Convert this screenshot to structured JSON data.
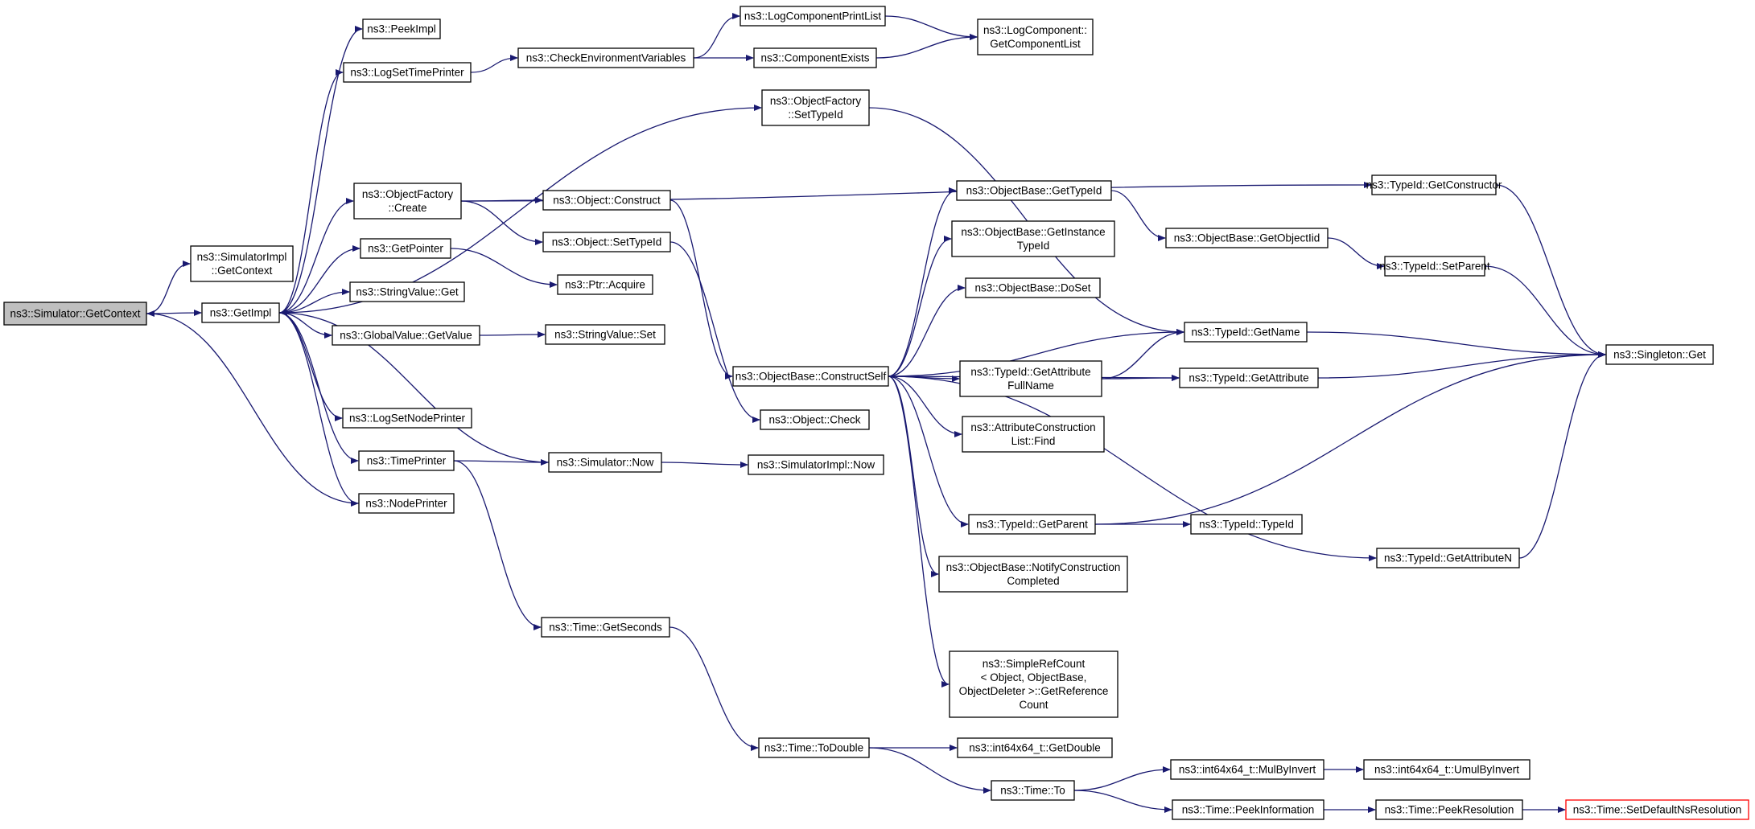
{
  "colors": {
    "edge": "#191970",
    "node_border": "#000000",
    "node_fill": "#ffffff",
    "root_fill": "#bfbfbf",
    "truncated_border": "#ff0000"
  },
  "nodes": [
    {
      "id": "n0",
      "label": [
        "ns3::Simulator::GetContext"
      ],
      "style": "root"
    },
    {
      "id": "n1",
      "label": [
        "ns3::SimulatorImpl",
        "::GetContext"
      ]
    },
    {
      "id": "n2",
      "label": [
        "ns3::GetImpl"
      ]
    },
    {
      "id": "n3",
      "label": [
        "ns3::PeekImpl"
      ]
    },
    {
      "id": "n4",
      "label": [
        "ns3::LogSetTimePrinter"
      ]
    },
    {
      "id": "n5",
      "label": [
        "ns3::ObjectFactory",
        "::Create"
      ]
    },
    {
      "id": "n6",
      "label": [
        "ns3::GetPointer"
      ]
    },
    {
      "id": "n7",
      "label": [
        "ns3::StringValue::Get"
      ]
    },
    {
      "id": "n8",
      "label": [
        "ns3::GlobalValue::GetValue"
      ]
    },
    {
      "id": "n9",
      "label": [
        "ns3::LogSetNodePrinter"
      ]
    },
    {
      "id": "n10",
      "label": [
        "ns3::TimePrinter"
      ]
    },
    {
      "id": "n11",
      "label": [
        "ns3::NodePrinter"
      ]
    },
    {
      "id": "n12",
      "label": [
        "ns3::CheckEnvironmentVariables"
      ]
    },
    {
      "id": "n13",
      "label": [
        "ns3::Object::Construct"
      ]
    },
    {
      "id": "n14",
      "label": [
        "ns3::Object::SetTypeId"
      ]
    },
    {
      "id": "n15",
      "label": [
        "ns3::Ptr::Acquire"
      ]
    },
    {
      "id": "n16",
      "label": [
        "ns3::StringValue::Set"
      ]
    },
    {
      "id": "n17",
      "label": [
        "ns3::Simulator::Now"
      ]
    },
    {
      "id": "n18",
      "label": [
        "ns3::Time::GetSeconds"
      ]
    },
    {
      "id": "n19",
      "label": [
        "ns3::LogComponentPrintList"
      ]
    },
    {
      "id": "n20",
      "label": [
        "ns3::ComponentExists"
      ]
    },
    {
      "id": "n21",
      "label": [
        "ns3::ObjectFactory",
        "::SetTypeId"
      ]
    },
    {
      "id": "n22",
      "label": [
        "ns3::ObjectBase::ConstructSelf"
      ]
    },
    {
      "id": "n23",
      "label": [
        "ns3::Object::Check"
      ]
    },
    {
      "id": "n24",
      "label": [
        "ns3::SimulatorImpl::Now"
      ]
    },
    {
      "id": "n25",
      "label": [
        "ns3::Time::ToDouble"
      ]
    },
    {
      "id": "n26",
      "label": [
        "ns3::LogComponent::",
        "GetComponentList"
      ]
    },
    {
      "id": "n27",
      "label": [
        "ns3::ObjectBase::GetTypeId"
      ]
    },
    {
      "id": "n28",
      "label": [
        "ns3::ObjectBase::GetInstance",
        "TypeId"
      ]
    },
    {
      "id": "n29",
      "label": [
        "ns3::ObjectBase::DoSet"
      ]
    },
    {
      "id": "n30",
      "label": [
        "ns3::TypeId::GetAttribute",
        "FullName"
      ]
    },
    {
      "id": "n31",
      "label": [
        "ns3::AttributeConstruction",
        "List::Find"
      ]
    },
    {
      "id": "n32",
      "label": [
        "ns3::TypeId::GetParent"
      ]
    },
    {
      "id": "n33",
      "label": [
        "ns3::ObjectBase::NotifyConstruction",
        "Completed"
      ]
    },
    {
      "id": "n34",
      "label": [
        "ns3::SimpleRefCount",
        "< Object, ObjectBase,",
        "ObjectDeleter >::GetReference",
        "Count"
      ]
    },
    {
      "id": "n35",
      "label": [
        "ns3::int64x64_t::GetDouble"
      ]
    },
    {
      "id": "n36",
      "label": [
        "ns3::Time::To"
      ]
    },
    {
      "id": "n37",
      "label": [
        "ns3::ObjectBase::GetObjectIid"
      ]
    },
    {
      "id": "n38",
      "label": [
        "ns3::TypeId::GetName"
      ]
    },
    {
      "id": "n39",
      "label": [
        "ns3::TypeId::GetAttribute"
      ]
    },
    {
      "id": "n40",
      "label": [
        "ns3::TypeId::TypeId"
      ]
    },
    {
      "id": "n41",
      "label": [
        "ns3::int64x64_t::MulByInvert"
      ]
    },
    {
      "id": "n42",
      "label": [
        "ns3::Time::PeekInformation"
      ]
    },
    {
      "id": "n43",
      "label": [
        "ns3::TypeId::GetConstructor"
      ]
    },
    {
      "id": "n44",
      "label": [
        "ns3::TypeId::SetParent"
      ]
    },
    {
      "id": "n45",
      "label": [
        "ns3::TypeId::GetAttributeN"
      ]
    },
    {
      "id": "n46",
      "label": [
        "ns3::int64x64_t::UmulByInvert"
      ]
    },
    {
      "id": "n47",
      "label": [
        "ns3::Time::PeekResolution"
      ]
    },
    {
      "id": "n48",
      "label": [
        "ns3::Singleton::Get"
      ]
    },
    {
      "id": "n49",
      "label": [
        "ns3::Time::SetDefaultNsResolution"
      ],
      "style": "truncated"
    }
  ],
  "edges": [
    [
      "n0",
      "n1"
    ],
    [
      "n0",
      "n2"
    ],
    [
      "n2",
      "n3"
    ],
    [
      "n2",
      "n4"
    ],
    [
      "n2",
      "n21"
    ],
    [
      "n2",
      "n5"
    ],
    [
      "n2",
      "n6"
    ],
    [
      "n2",
      "n7"
    ],
    [
      "n2",
      "n8"
    ],
    [
      "n2",
      "n9"
    ],
    [
      "n2",
      "n10"
    ],
    [
      "n2",
      "n11"
    ],
    [
      "n4",
      "n12"
    ],
    [
      "n12",
      "n19"
    ],
    [
      "n12",
      "n20"
    ],
    [
      "n19",
      "n26"
    ],
    [
      "n20",
      "n26"
    ],
    [
      "n21",
      "n38"
    ],
    [
      "n5",
      "n43"
    ],
    [
      "n5",
      "n13"
    ],
    [
      "n5",
      "n14"
    ],
    [
      "n6",
      "n15"
    ],
    [
      "n8",
      "n16"
    ],
    [
      "n10",
      "n17"
    ],
    [
      "n10",
      "n18"
    ],
    [
      "n17",
      "n24"
    ],
    [
      "n17",
      "n2"
    ],
    [
      "n11",
      "n0"
    ],
    [
      "n13",
      "n22"
    ],
    [
      "n14",
      "n23"
    ],
    [
      "n22",
      "n27"
    ],
    [
      "n22",
      "n28"
    ],
    [
      "n22",
      "n29"
    ],
    [
      "n22",
      "n38"
    ],
    [
      "n22",
      "n30"
    ],
    [
      "n22",
      "n31"
    ],
    [
      "n22",
      "n39"
    ],
    [
      "n22",
      "n32"
    ],
    [
      "n22",
      "n33"
    ],
    [
      "n22",
      "n45"
    ],
    [
      "n22",
      "n34"
    ],
    [
      "n27",
      "n37"
    ],
    [
      "n37",
      "n44"
    ],
    [
      "n44",
      "n48"
    ],
    [
      "n43",
      "n48"
    ],
    [
      "n30",
      "n38"
    ],
    [
      "n30",
      "n39"
    ],
    [
      "n38",
      "n48"
    ],
    [
      "n39",
      "n48"
    ],
    [
      "n32",
      "n40"
    ],
    [
      "n32",
      "n48"
    ],
    [
      "n45",
      "n48"
    ],
    [
      "n18",
      "n25"
    ],
    [
      "n25",
      "n35"
    ],
    [
      "n25",
      "n36"
    ],
    [
      "n36",
      "n41"
    ],
    [
      "n36",
      "n42"
    ],
    [
      "n41",
      "n46"
    ],
    [
      "n42",
      "n47"
    ],
    [
      "n47",
      "n49"
    ]
  ]
}
